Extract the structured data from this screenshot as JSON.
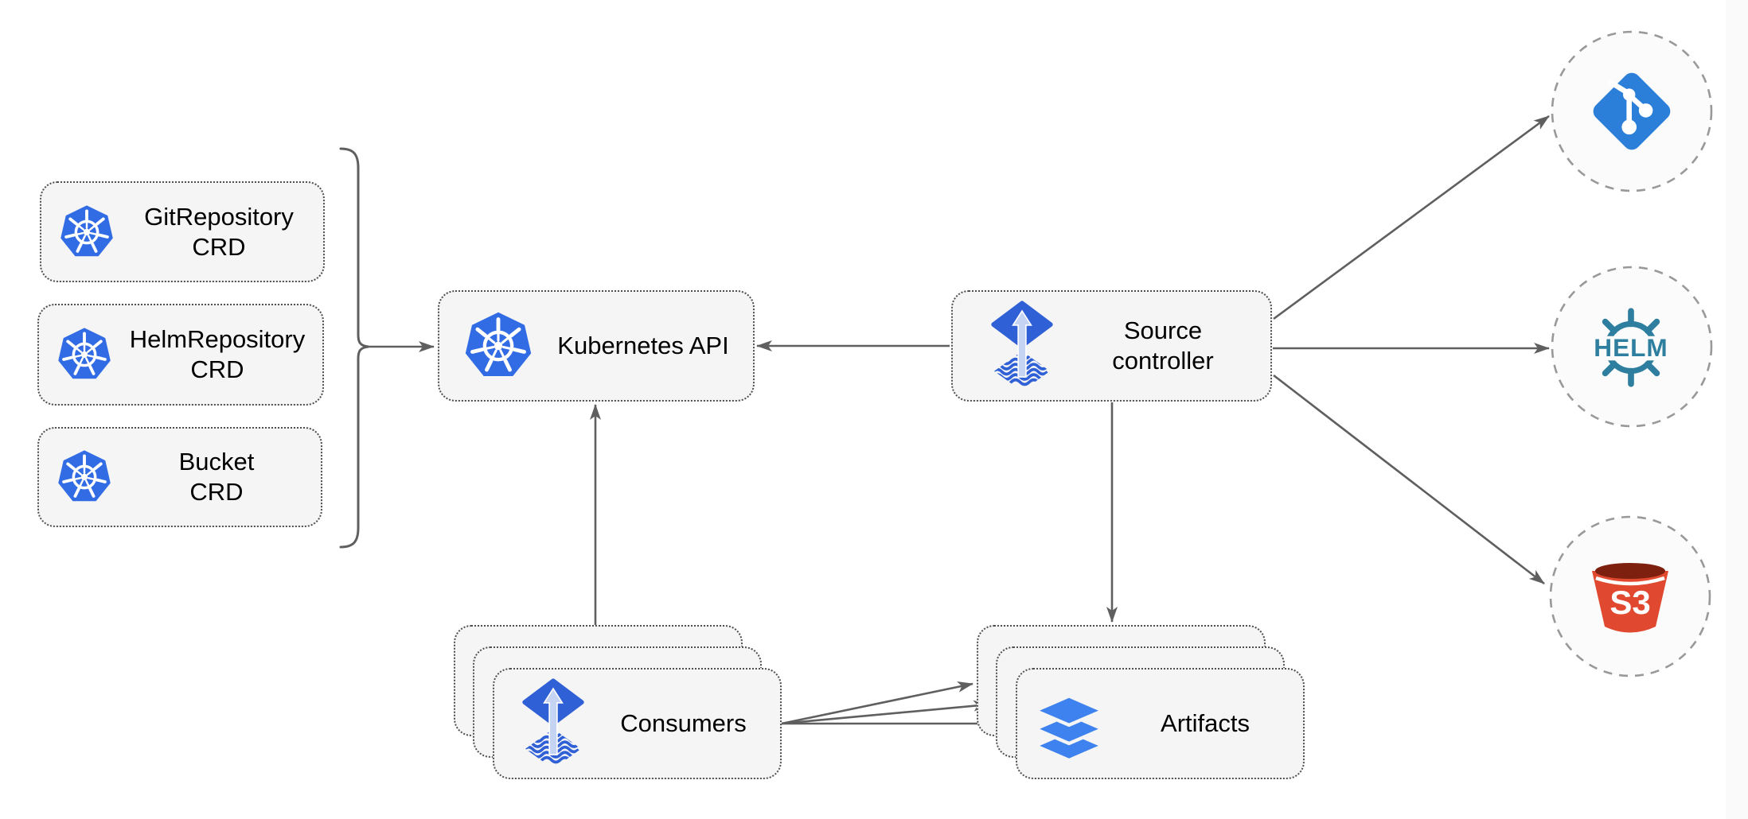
{
  "colors": {
    "kubernetes_blue": "#326CE5",
    "flux_blue": "#3060d6",
    "flux_arrow": "#c5d4f2",
    "layers_blue": "#3d82ee",
    "git_blue": "#2b7fd9",
    "helm_teal": "#2e7f9f",
    "s3_red": "#e0482f",
    "s3_dark": "#7e2010",
    "edge_gray": "#5f5f5f",
    "box_fill": "#f5f5f5",
    "box_border": "#4f4f4f",
    "circle_fill": "#fbfbfb",
    "circle_border": "#999999"
  },
  "nodes": {
    "git_repository_crd": {
      "line1": "GitRepository",
      "line2": "CRD",
      "icon": "kubernetes-icon"
    },
    "helm_repository_crd": {
      "line1": "HelmRepository",
      "line2": "CRD",
      "icon": "kubernetes-icon"
    },
    "bucket_crd": {
      "line1": "Bucket",
      "line2": "CRD",
      "icon": "kubernetes-icon"
    },
    "kubernetes_api": {
      "label": "Kubernetes API",
      "icon": "kubernetes-icon"
    },
    "source_controller": {
      "line1": "Source",
      "line2": "controller",
      "icon": "flux-icon"
    },
    "consumers": {
      "label": "Consumers",
      "icon": "flux-icon",
      "stack_count": 3
    },
    "artifacts": {
      "label": "Artifacts",
      "icon": "layers-icon",
      "stack_count": 3
    },
    "git_endpoint": {
      "icon": "git-icon"
    },
    "helm_endpoint": {
      "icon": "helm-icon",
      "label": "HELM"
    },
    "s3_endpoint": {
      "icon": "s3-bucket-icon",
      "label": "S3"
    }
  },
  "bracket": {
    "groups": [
      "GitRepository CRD",
      "HelmRepository CRD",
      "Bucket CRD"
    ],
    "points_to": "Kubernetes API"
  },
  "edges": [
    {
      "from": "crd-bracket",
      "to": "kubernetes-api"
    },
    {
      "from": "source-controller",
      "to": "kubernetes-api"
    },
    {
      "from": "consumers",
      "to": "kubernetes-api"
    },
    {
      "from": "source-controller",
      "to": "artifacts"
    },
    {
      "from": "source-controller",
      "to": "git-endpoint"
    },
    {
      "from": "source-controller",
      "to": "helm-endpoint"
    },
    {
      "from": "source-controller",
      "to": "s3-endpoint"
    },
    {
      "from": "consumers",
      "to": "artifacts-stack-back"
    },
    {
      "from": "consumers",
      "to": "artifacts-stack-middle"
    },
    {
      "from": "consumers",
      "to": "artifacts-stack-front"
    }
  ]
}
